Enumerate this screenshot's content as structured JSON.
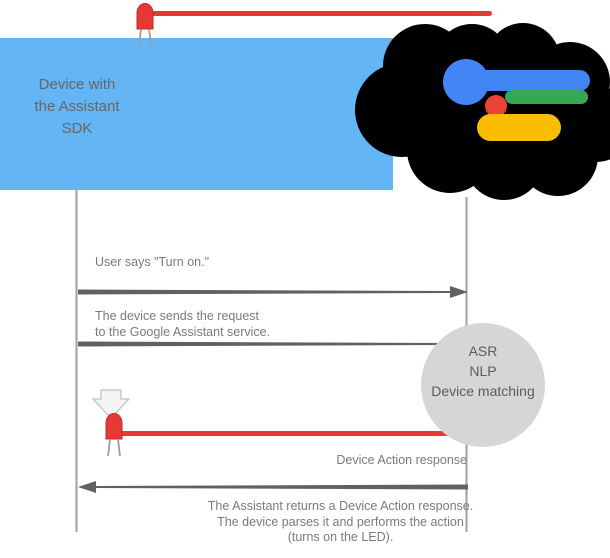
{
  "diagram": {
    "device_box": {
      "lines": [
        "Device with",
        "the Assistant",
        "SDK"
      ]
    },
    "messages": {
      "m1": {
        "label": "User says \"Turn on.\""
      },
      "m2": {
        "lines": [
          "The device sends the request",
          "to the Google Assistant service."
        ]
      },
      "m3": {
        "label": "Device Action response"
      }
    },
    "process_circle": {
      "lines": [
        "ASR",
        "NLP",
        "Device matching"
      ]
    },
    "caption": {
      "lines": [
        "The Assistant returns a Device Action response.",
        "The device parses it and performs the action",
        "(turns on the LED)."
      ]
    },
    "colors": {
      "device_box_bg": "#64b5f6",
      "cloud": "#000000",
      "google_blue": "#4285f4",
      "google_red": "#ea4335",
      "google_yellow": "#fbbc04",
      "google_green": "#34a853",
      "led_red": "#e53935",
      "arrow_gray": "#616161",
      "process_circle_gray": "#d6d6d6"
    }
  }
}
